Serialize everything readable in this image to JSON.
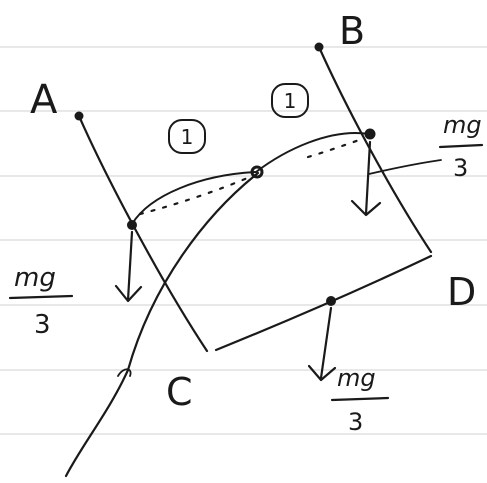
{
  "labels": {
    "point_a": "A",
    "point_b": "B",
    "point_c": "C",
    "point_d": "D",
    "length_left": "1",
    "length_right": "1",
    "force_num": "mg",
    "force_den": "3"
  },
  "colors": {
    "ink": "#1a1a1a",
    "rule": "#d9d9d9",
    "paper": "#ffffff"
  }
}
